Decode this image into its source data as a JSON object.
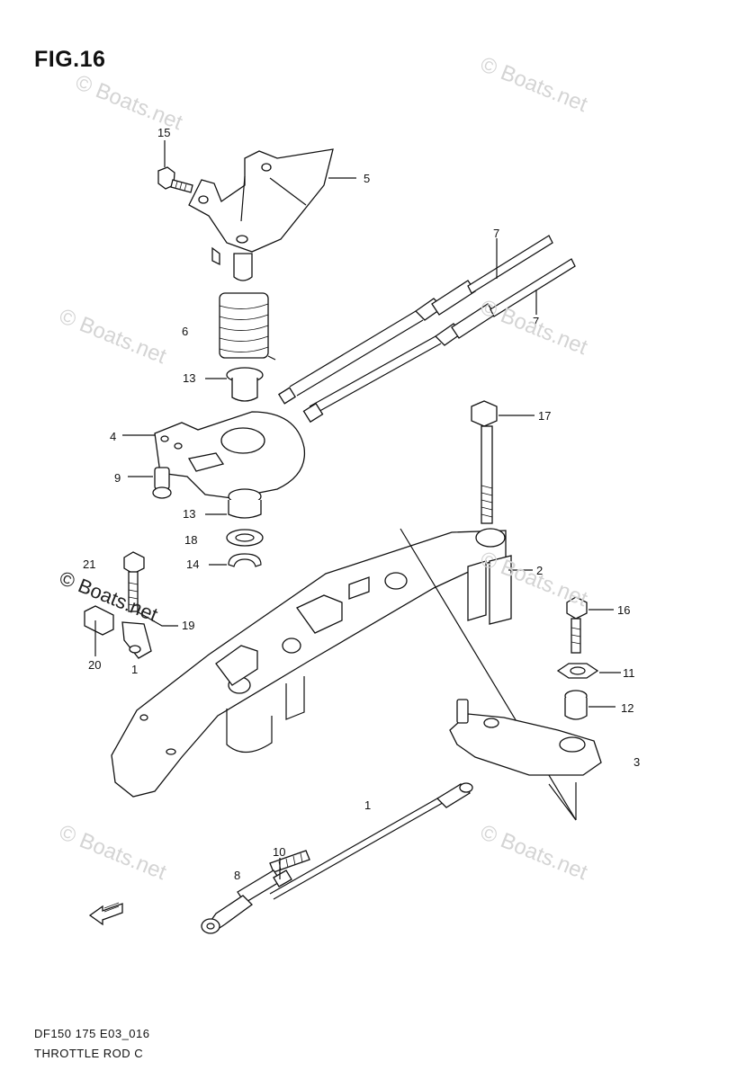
{
  "figure": {
    "title": "FIG.16"
  },
  "watermark": {
    "text": "© Boats.net"
  },
  "callouts": [
    {
      "id": "c15",
      "text": "15"
    },
    {
      "id": "c5",
      "text": "5"
    },
    {
      "id": "c7a",
      "text": "7"
    },
    {
      "id": "c7b",
      "text": "7"
    },
    {
      "id": "c6",
      "text": "6"
    },
    {
      "id": "c13a",
      "text": "13"
    },
    {
      "id": "c4",
      "text": "4"
    },
    {
      "id": "c17",
      "text": "17"
    },
    {
      "id": "c9",
      "text": "9"
    },
    {
      "id": "c13b",
      "text": "13"
    },
    {
      "id": "c18",
      "text": "18"
    },
    {
      "id": "c14",
      "text": "14"
    },
    {
      "id": "c2",
      "text": "2"
    },
    {
      "id": "c21",
      "text": "21"
    },
    {
      "id": "c19",
      "text": "19"
    },
    {
      "id": "c16",
      "text": "16"
    },
    {
      "id": "c20",
      "text": "20"
    },
    {
      "id": "c1a",
      "text": "1"
    },
    {
      "id": "c11",
      "text": "11"
    },
    {
      "id": "c12",
      "text": "12"
    },
    {
      "id": "c3",
      "text": "3"
    },
    {
      "id": "c1b",
      "text": "1"
    },
    {
      "id": "c10",
      "text": "10"
    },
    {
      "id": "c8",
      "text": "8"
    }
  ],
  "footer": {
    "line1": "DF150 175 E03_016",
    "line2": "THROTTLE ROD C"
  },
  "icons": {
    "front_arrow": "front-direction-arrow-icon"
  }
}
